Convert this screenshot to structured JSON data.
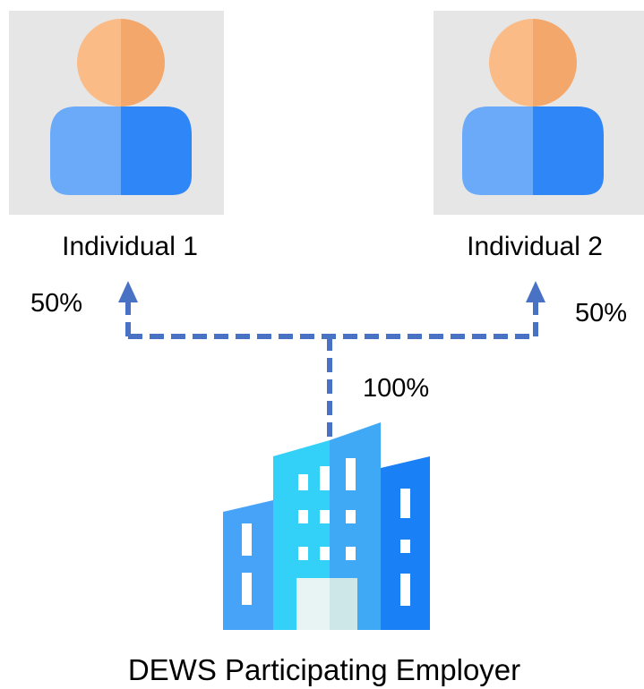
{
  "individuals": [
    {
      "label": "Individual 1",
      "share": "50%"
    },
    {
      "label": "Individual 2",
      "share": "50%"
    }
  ],
  "employer": {
    "label": "DEWS Participating Employer",
    "share": "100%"
  },
  "colors": {
    "avatar_bg": "#e6e6e6",
    "head_light": "#fbbb86",
    "head_dark": "#f3a76b",
    "body_light": "#6aaaf9",
    "body_dark": "#2f86f7",
    "connector": "#4a72c4",
    "building_left": "#47a3f7",
    "building_center": "#33d1f7",
    "building_center_right": "#3fa9f5",
    "building_right": "#1a80f5",
    "window": "#ffffff",
    "door": "#e8f3f3"
  },
  "icons": {
    "person": "person-icon",
    "building": "building-icon"
  }
}
